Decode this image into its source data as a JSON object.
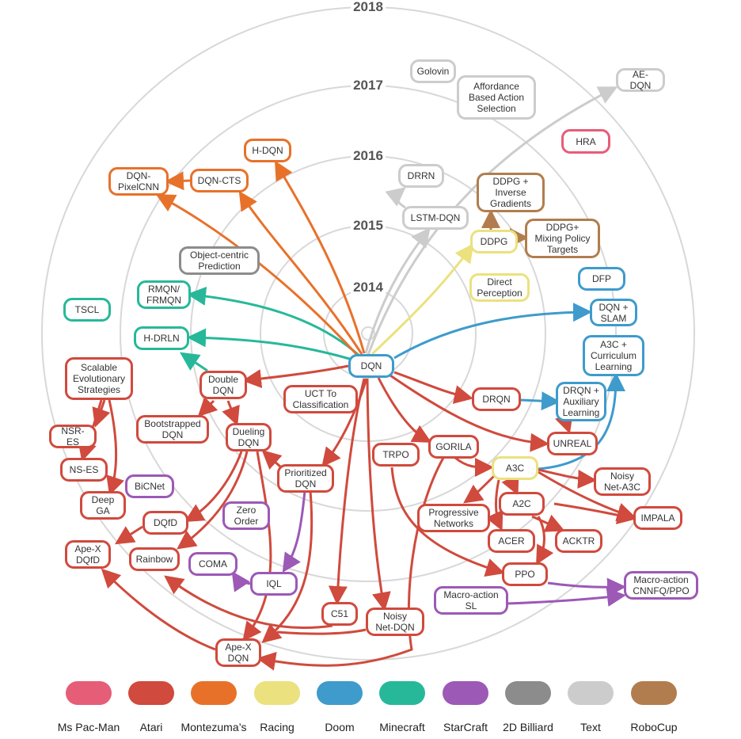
{
  "years": [
    "2014",
    "2015",
    "2016",
    "2017",
    "2018"
  ],
  "colors": {
    "pacman": "#e65d78",
    "atari": "#d04a3d",
    "montezuma": "#e8712a",
    "racing": "#ebe17e",
    "doom": "#3e9bcc",
    "minecraft": "#27b89a",
    "starcraft": "#9c59b6",
    "billiard": "#8c8c8c",
    "text": "#cccccc",
    "robocup": "#b27d4e"
  },
  "legend": [
    {
      "label": "Ms Pac-Man",
      "color": "#e65d78"
    },
    {
      "label": "Atari",
      "color": "#d04a3d"
    },
    {
      "label": "Montezuma’s",
      "color": "#e8712a"
    },
    {
      "label": "Racing",
      "color": "#ebe17e"
    },
    {
      "label": "Doom",
      "color": "#3e9bcc"
    },
    {
      "label": "Minecraft",
      "color": "#27b89a"
    },
    {
      "label": "StarCraft",
      "color": "#9c59b6"
    },
    {
      "label": "2D Billiard",
      "color": "#8c8c8c"
    },
    {
      "label": "Text",
      "color": "#cccccc"
    },
    {
      "label": "RoboCup",
      "color": "#b27d4e"
    }
  ],
  "nodes": {
    "dqn": "DQN",
    "golovin": "Golovin",
    "affordance": "Affordance\nBased Action\nSelection",
    "aedqn": "AE-DQN",
    "hra": "HRA",
    "drrn": "DRRN",
    "lstmdqn": "LSTM-DQN",
    "ddpg_ig": "DDPG +\nInverse\nGradients",
    "ddpg": "DDPG",
    "ddpg_mpt": "DDPG+\nMixing Policy\nTargets",
    "direct": "Direct\nPerception",
    "dfp": "DFP",
    "dqnslam": "DQN +\nSLAM",
    "a3ccl": "A3C +\nCurriculum\nLearning",
    "hdqn": "H-DQN",
    "dqncts": "DQN-CTS",
    "dqnpixel": "DQN-\nPixelCNN",
    "objcentric": "Object-centric\nPrediction",
    "rmqn": "RMQN/\nFRMQN",
    "tscl": "TSCL",
    "hdrln": "H-DRLN",
    "scalable": "Scalable\nEvolutionary\nStrategies",
    "doubledqn": "Double\nDQN",
    "uct": "UCT To\nClassification",
    "drqn": "DRQN",
    "drqnaux": "DRQN +\nAuxiliary\nLearning",
    "bootstrapped": "Bootstrapped\nDQN",
    "nsres": "NSR-ES",
    "dueling": "Dueling\nDQN",
    "unreal": "UNREAL",
    "trpo": "TRPO",
    "gorila": "GORILA",
    "nses": "NS-ES",
    "prioritized": "Prioritized\nDQN",
    "bicnet": "BiCNet",
    "a3c": "A3C",
    "noisya3c": "Noisy\nNet-A3C",
    "deepga": "Deep\nGA",
    "zeroorder": "Zero\nOrder",
    "progressive": "Progressive\nNetworks",
    "a2c": "A2C",
    "impala": "IMPALA",
    "dqfd": "DQfD",
    "apexdqfd": "Ape-X\nDQfD",
    "rainbow": "Rainbow",
    "coma": "COMA",
    "acer": "ACER",
    "acktr": "ACKTR",
    "iql": "IQL",
    "ppo": "PPO",
    "macrocnnfq": "Macro-action\nCNNFQ/PPO",
    "macrosl": "Macro-action\nSL",
    "c51": "C51",
    "noisydqn": "Noisy\nNet-DQN",
    "apexdqn": "Ape-X\nDQN"
  }
}
